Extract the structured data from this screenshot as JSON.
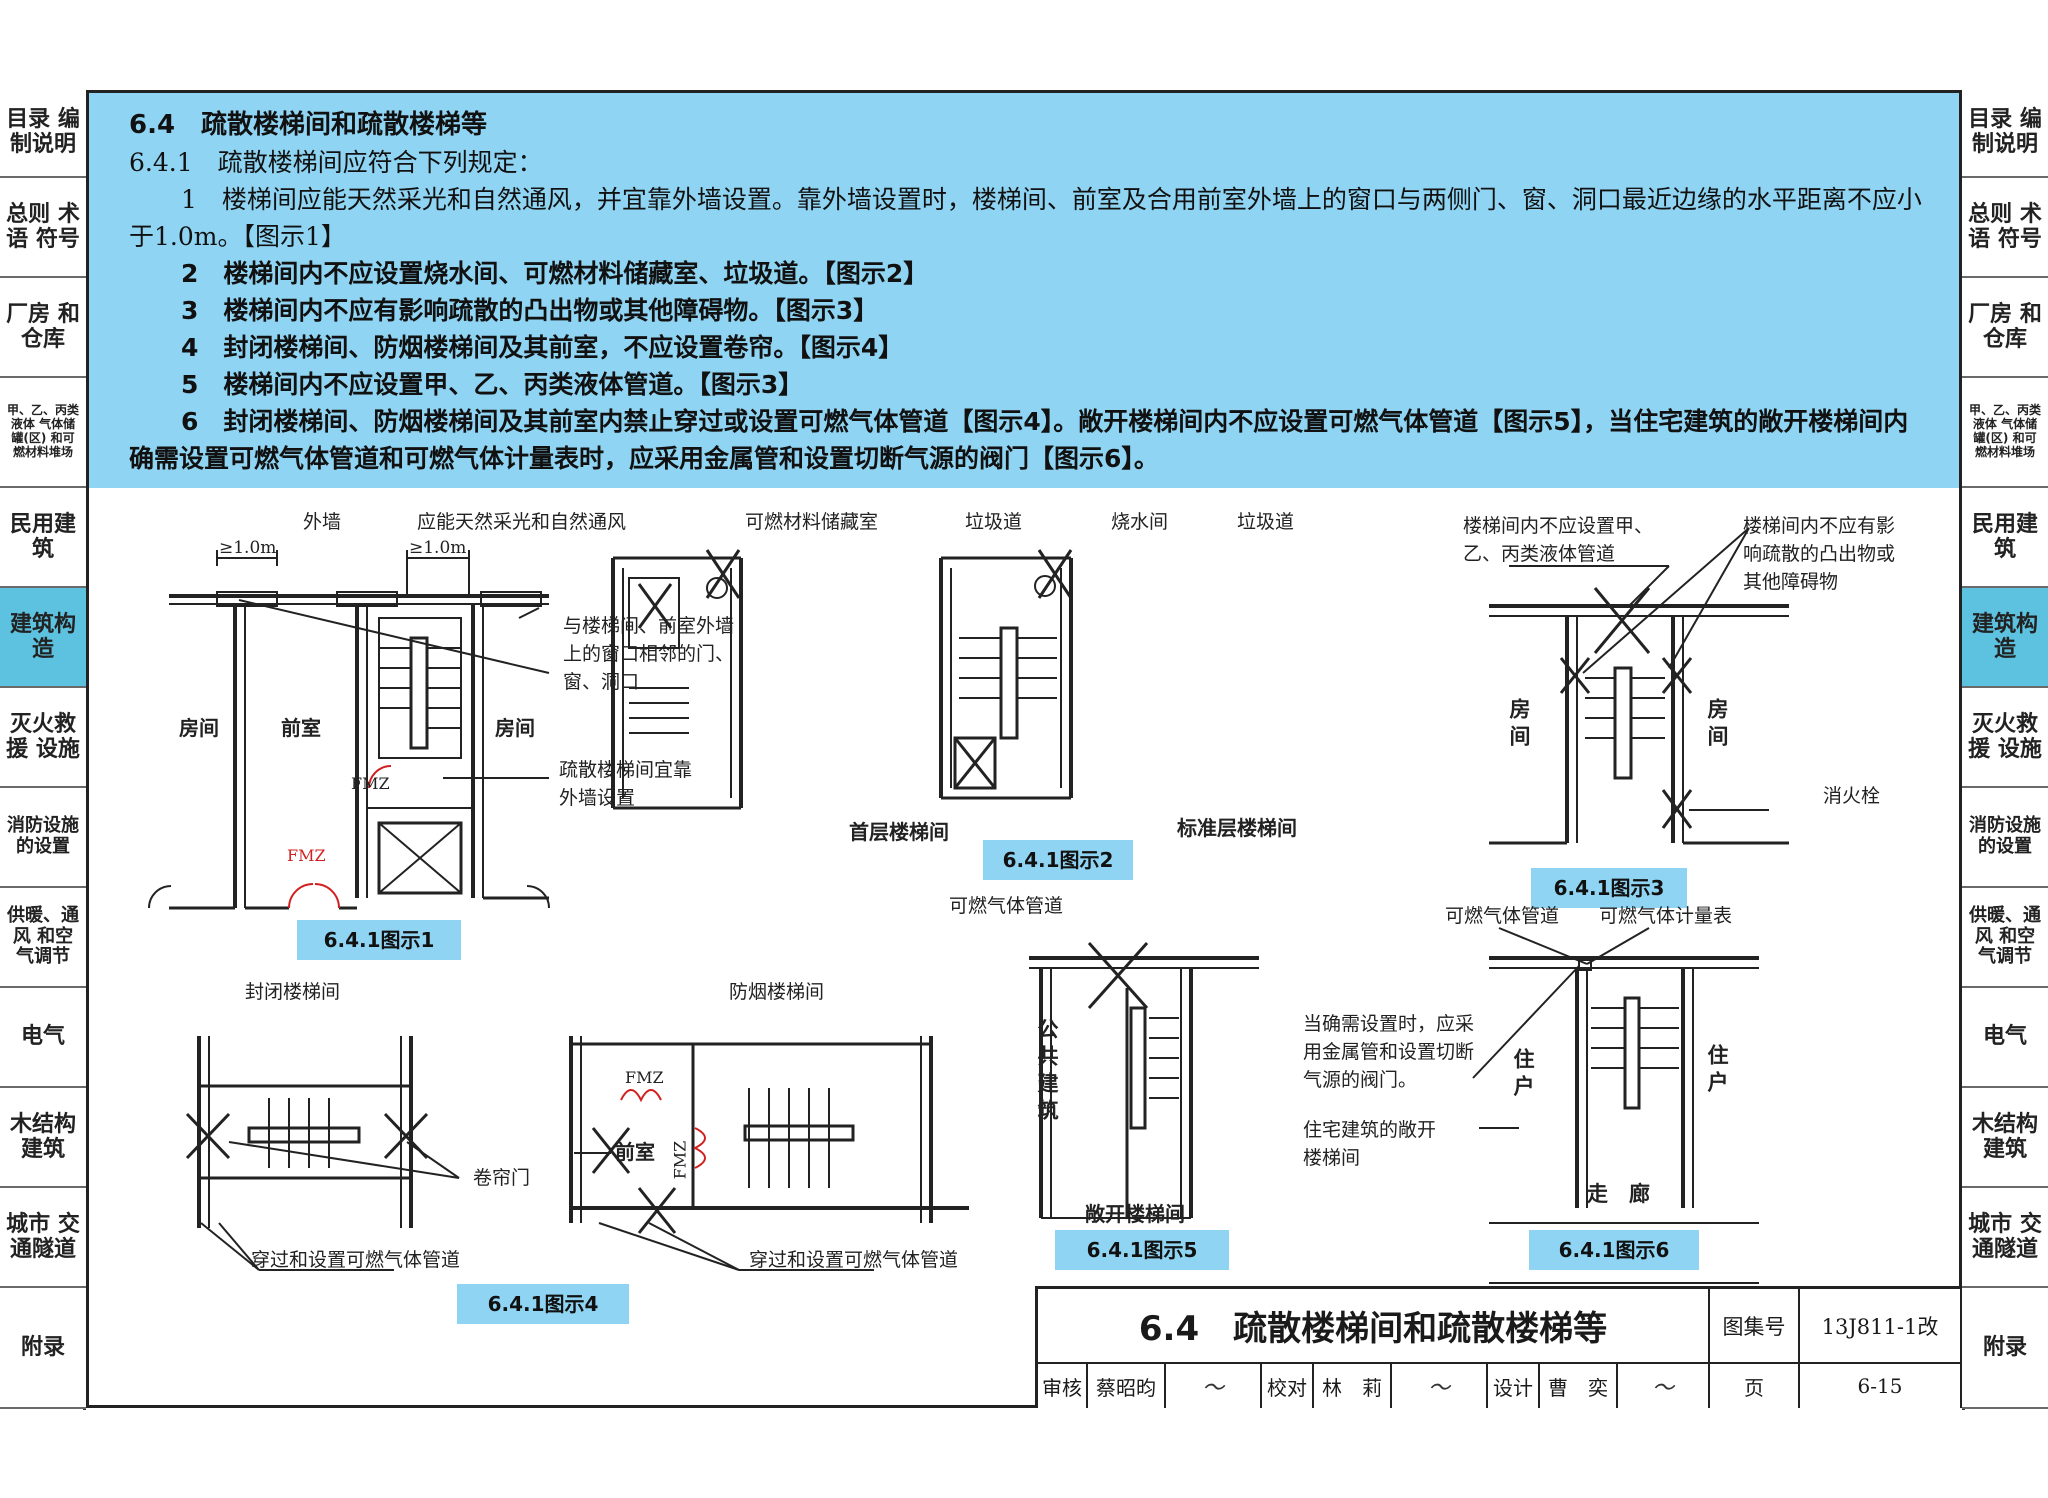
{
  "sidebar_left": [
    {
      "label": "目录 编制说明",
      "active": false
    },
    {
      "label": "总则 术语 符号",
      "active": false
    },
    {
      "label": "厂房 和仓库",
      "active": false
    },
    {
      "label": "甲、乙、丙类液体 气体储罐(区) 和可燃材料堆场",
      "active": false
    },
    {
      "label": "民用建筑",
      "active": false
    },
    {
      "label": "建筑构造",
      "active": true
    },
    {
      "label": "灭火救援 设施",
      "active": false
    },
    {
      "label": "消防设施 的设置",
      "active": false
    },
    {
      "label": "供暖、通风 和空气调节",
      "active": false
    },
    {
      "label": "电气",
      "active": false
    },
    {
      "label": "木结构 建筑",
      "active": false
    },
    {
      "label": "城市 交通隧道",
      "active": false
    },
    {
      "label": "附录",
      "active": false
    }
  ],
  "sidebar_right": [
    {
      "label": "目录 编制说明",
      "active": false
    },
    {
      "label": "总则 术语 符号",
      "active": false
    },
    {
      "label": "厂房 和仓库",
      "active": false
    },
    {
      "label": "甲、乙、丙类液体 气体储罐(区) 和可燃材料堆场",
      "active": false
    },
    {
      "label": "民用建筑",
      "active": false
    },
    {
      "label": "建筑构造",
      "active": true
    },
    {
      "label": "灭火救援 设施",
      "active": false
    },
    {
      "label": "消防设施 的设置",
      "active": false
    },
    {
      "label": "供暖、通风 和空气调节",
      "active": false
    },
    {
      "label": "电气",
      "active": false
    },
    {
      "label": "木结构 建筑",
      "active": false
    },
    {
      "label": "城市 交通隧道",
      "active": false
    },
    {
      "label": "附录",
      "active": false
    }
  ],
  "text": {
    "heading": "6.4　疏散楼梯间和疏散楼梯等",
    "clause": "6.4.1　疏散楼梯间应符合下列规定：",
    "items": [
      "1　楼梯间应能天然采光和自然通风，并宜靠外墙设置。靠外墙设置时，楼梯间、前室及合用前室外墙上的窗口与两侧门、窗、洞口最近边缘的水平距离不应小于1.0m。【图示1】",
      "2　楼梯间内不应设置烧水间、可燃材料储藏室、垃圾道。【图示2】",
      "3　楼梯间内不应有影响疏散的凸出物或其他障碍物。【图示3】",
      "4　封闭楼梯间、防烟楼梯间及其前室，不应设置卷帘。【图示4】",
      "5　楼梯间内不应设置甲、乙、丙类液体管道。【图示3】",
      "6　封闭楼梯间、防烟楼梯间及其前室内禁止穿过或设置可燃气体管道【图示4】。敞开楼梯间内不应设置可燃气体管道【图示5】，当住宅建筑的敞开楼梯间内确需设置可燃气体管道和可燃气体计量表时，应采用金属管和设置切断气源的阀门【图示6】。"
    ]
  },
  "fig1": {
    "caption": "6.4.1图示1",
    "outer_wall": "外墙",
    "light_vent": "应能天然采光和自然通风",
    "dist1": "≥1.0m",
    "dist2": "≥1.0m",
    "room_left": "房间",
    "anteroom": "前室",
    "room_right": "房间",
    "fmz1": "FMZ",
    "fmz2": "FMZ",
    "note_window": "与楼梯间、前室外墙上的窗口相邻的门、窗、洞口",
    "note_stair": "疏散楼梯间宜靠外墙设置"
  },
  "fig2": {
    "caption": "6.4.1图示2",
    "storage": "可燃材料储藏室",
    "chute1": "垃圾道",
    "boiler": "烧水间",
    "chute2": "垃圾道",
    "ground_floor": "首层楼梯间",
    "standard_floor": "标准层楼梯间"
  },
  "fig3": {
    "caption": "6.4.1图示3",
    "note_pipe": "楼梯间内不应设置甲、乙、丙类液体管道",
    "note_obstacle": "楼梯间内不应有影响疏散的凸出物或其他障碍物",
    "room_left": "房间",
    "room_right": "房间",
    "hydrant": "消火栓"
  },
  "fig4": {
    "caption": "6.4.1图示4",
    "enclosed": "封闭楼梯间",
    "smoke_proof": "防烟楼梯间",
    "fmz1": "FMZ",
    "fmz2": "FMZ",
    "anteroom": "前室",
    "shutter": "卷帘门",
    "pipe_note1": "穿过和设置可燃气体管道",
    "pipe_note2": "穿过和设置可燃气体管道"
  },
  "fig5": {
    "caption": "6.4.1图示5",
    "gas_pipe": "可燃气体管道",
    "public_building": "公共建筑",
    "open_stair": "敞开楼梯间"
  },
  "fig6": {
    "caption": "6.4.1图示6",
    "gas_pipe": "可燃气体管道",
    "gas_meter": "可燃气体计量表",
    "note_metal": "当确需设置时，应采用金属管和设置切断气源的阀门。",
    "note_open": "住宅建筑的敞开楼梯间",
    "resident_left": "住户",
    "resident_right": "住户",
    "corridor": "走　廊"
  },
  "titleblock": {
    "title": "6.4　疏散楼梯间和疏散楼梯等",
    "atlas_label": "图集号",
    "atlas_no": "13J811-1改",
    "review_label": "审核",
    "reviewer": "蔡昭昀",
    "check_label": "校对",
    "checker": "林　莉",
    "design_label": "设计",
    "designer": "曹　奕",
    "page_label": "页",
    "page_no": "6-15"
  },
  "colors": {
    "band": "#8fd4f2",
    "active_tab": "#5cc2e0",
    "line": "#222222",
    "door_red": "#d22020"
  }
}
